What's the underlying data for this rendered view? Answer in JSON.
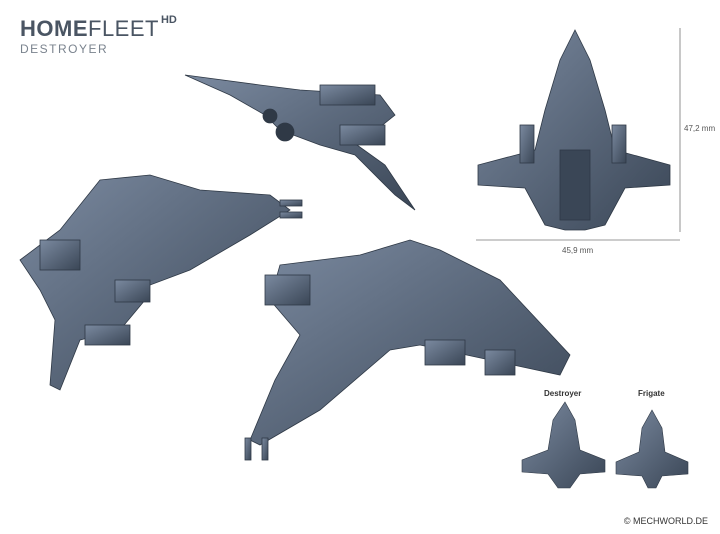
{
  "brand": {
    "home": "HOME",
    "fleet": "FLEET",
    "hd": "HD"
  },
  "subtitle": "DESTROYER",
  "dimensions": {
    "height": "47,2 mm",
    "width": "45,9 mm"
  },
  "comparison": {
    "left": "Destroyer",
    "right": "Frigate"
  },
  "copyright": "© MECHWORLD.DE",
  "colors": {
    "hull": "#56657a",
    "hull_dark": "#3a4656",
    "hull_light": "#7b8aa0",
    "brand": "#4a5563"
  }
}
